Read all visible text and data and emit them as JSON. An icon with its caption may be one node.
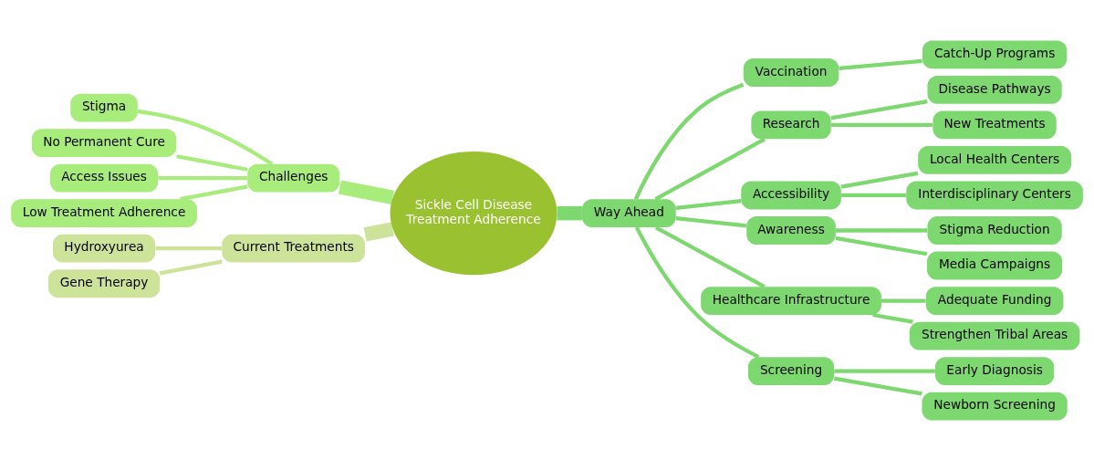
{
  "diagram": {
    "nodes": [
      {
        "text": [
          "Sickle Cell Disease Treatment Adherence"
        ]
      },
      {
        "text": [
          "Challenges"
        ]
      },
      {
        "text": [
          "Stigma"
        ]
      },
      {
        "text": [
          "No Permanent Cure"
        ]
      },
      {
        "text": [
          "Access Issues"
        ]
      },
      {
        "text": [
          "Low Treatment Adherence"
        ]
      },
      {
        "text": [
          "Current Treatments"
        ]
      },
      {
        "text": [
          "Hydroxyurea"
        ]
      },
      {
        "text": [
          "Gene Therapy"
        ]
      },
      {
        "text": [
          "Way Ahead"
        ]
      },
      {
        "text": [
          "Vaccination"
        ]
      },
      {
        "text": [
          "Catch-Up Programs"
        ]
      },
      {
        "text": [
          "Research"
        ]
      },
      {
        "text": [
          "Disease Pathways"
        ]
      },
      {
        "text": [
          "New Treatments"
        ]
      },
      {
        "text": [
          "Accessibility"
        ]
      },
      {
        "text": [
          "Local Health Centers"
        ]
      },
      {
        "text": [
          "Interdisciplinary Centers"
        ]
      },
      {
        "text": [
          "Awareness"
        ]
      },
      {
        "text": [
          "Stigma Reduction"
        ]
      },
      {
        "text": [
          "Media Campaigns"
        ]
      },
      {
        "text": [
          "Healthcare Infrastructure"
        ]
      },
      {
        "text": [
          "Adequate Funding"
        ]
      },
      {
        "text": [
          "Strengthen Tribal Areas"
        ]
      },
      {
        "text": [
          "Screening"
        ]
      },
      {
        "text": [
          "Early Diagnosis"
        ]
      },
      {
        "text": [
          "Newborn Screening"
        ]
      }
    ],
    "edges": [
      {
        "from": 0,
        "to": 1,
        "arrow": "none",
        "style": "thick",
        "color": "#a8ec7c"
      },
      {
        "from": 1,
        "to": 2,
        "arrow": "none",
        "color": "#a8ec7c"
      },
      {
        "from": 1,
        "to": 3,
        "arrow": "none",
        "color": "#a8ec7c"
      },
      {
        "from": 1,
        "to": 4,
        "arrow": "none",
        "color": "#a8ec7c"
      },
      {
        "from": 1,
        "to": 5,
        "arrow": "none",
        "color": "#a8ec7c"
      },
      {
        "from": 0,
        "to": 6,
        "arrow": "none",
        "style": "thick",
        "color": "#cde39a"
      },
      {
        "from": 6,
        "to": 7,
        "arrow": "none",
        "color": "#cde39a"
      },
      {
        "from": 6,
        "to": 8,
        "arrow": "none",
        "color": "#cde39a"
      },
      {
        "from": 0,
        "to": 9,
        "arrow": "none",
        "style": "thick"
      },
      {
        "from": 9,
        "to": 10,
        "arrow": "none"
      },
      {
        "from": 10,
        "to": 11,
        "arrow": "none"
      },
      {
        "from": 9,
        "to": 12,
        "arrow": "none"
      },
      {
        "from": 12,
        "to": 13,
        "arrow": "none"
      },
      {
        "from": 12,
        "to": 14,
        "arrow": "none"
      },
      {
        "from": 9,
        "to": 15,
        "arrow": "none"
      },
      {
        "from": 15,
        "to": 16,
        "arrow": "none"
      },
      {
        "from": 15,
        "to": 17,
        "arrow": "none"
      },
      {
        "from": 9,
        "to": 18,
        "arrow": "none"
      },
      {
        "from": 18,
        "to": 19,
        "arrow": "none"
      },
      {
        "from": 18,
        "to": 20,
        "arrow": "none"
      },
      {
        "from": 9,
        "to": 21,
        "arrow": "none"
      },
      {
        "from": 21,
        "to": 22,
        "arrow": "none"
      },
      {
        "from": 21,
        "to": 23,
        "arrow": "none"
      },
      {
        "from": 9,
        "to": 24,
        "arrow": "none"
      },
      {
        "from": 24,
        "to": 25,
        "arrow": "none"
      },
      {
        "from": 24,
        "to": 26,
        "arrow": "none"
      }
    ]
  }
}
